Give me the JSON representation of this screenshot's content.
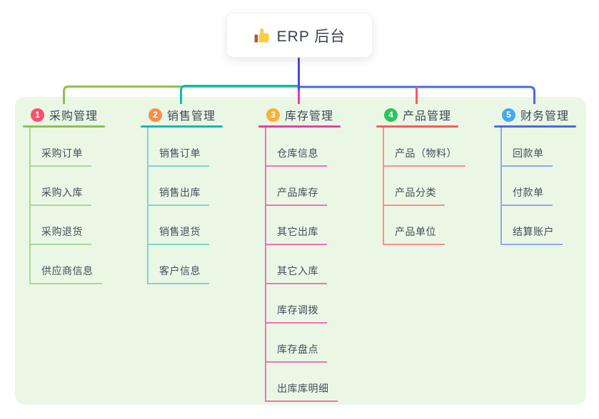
{
  "root": {
    "title": "ERP 后台",
    "icon": "thumbs-up-icon"
  },
  "branches": [
    {
      "num": "1",
      "title": "采购管理",
      "badge_color": "#f4526d",
      "line_color": "#8cc152",
      "child_line_color": "#aed694",
      "children": [
        "采购订单",
        "采购入库",
        "采购退货",
        "供应商信息"
      ]
    },
    {
      "num": "2",
      "title": "销售管理",
      "badge_color": "#fb8e44",
      "line_color": "#10b9b1",
      "child_line_color": "#7fd6cf",
      "children": [
        "销售订单",
        "销售出库",
        "销售退货",
        "客户信息"
      ]
    },
    {
      "num": "3",
      "title": "库存管理",
      "badge_color": "#fbb033",
      "line_color": "#e6409e",
      "child_line_color": "#f173b5",
      "children": [
        "仓库信息",
        "产品库存",
        "其它出库",
        "其它入库",
        "库存调拨",
        "库存盘点",
        "出库库明细"
      ]
    },
    {
      "num": "4",
      "title": "产品管理",
      "badge_color": "#2ec162",
      "line_color": "#f85b60",
      "child_line_color": "#f9908f",
      "children": [
        "产品（物料）",
        "产品分类",
        "产品单位"
      ]
    },
    {
      "num": "5",
      "title": "财务管理",
      "badge_color": "#41a9f1",
      "line_color": "#4a6adf",
      "child_line_color": "#93a8e9",
      "children": [
        "回款单",
        "付款单",
        "结算账户"
      ]
    }
  ],
  "colors": {
    "panel_bg": "#eaf7e5",
    "root_line": "#4b46e5",
    "title_text": "#3d4757",
    "child_text": "#434e5b"
  }
}
